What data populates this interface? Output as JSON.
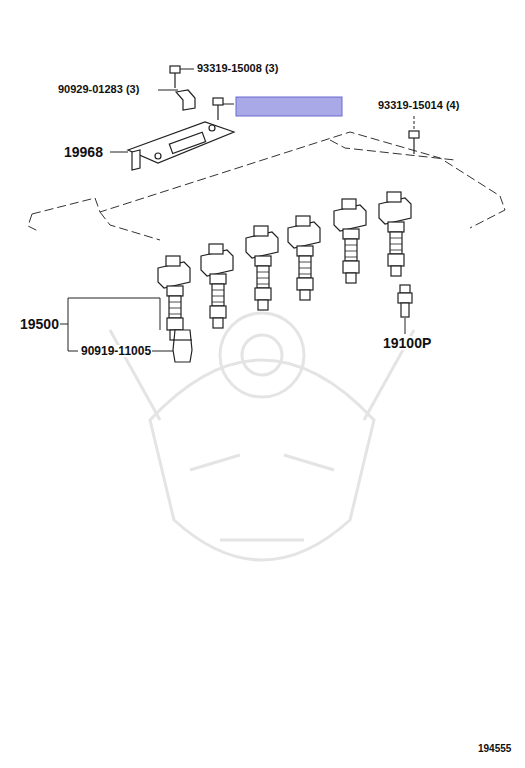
{
  "diagram": {
    "labels": [
      "93319-15008 (3)",
      "90929-01283 (3)",
      "93319-15014 (4)",
      "19968",
      "19500",
      "90919-11005",
      "19100P",
      "194555"
    ]
  }
}
